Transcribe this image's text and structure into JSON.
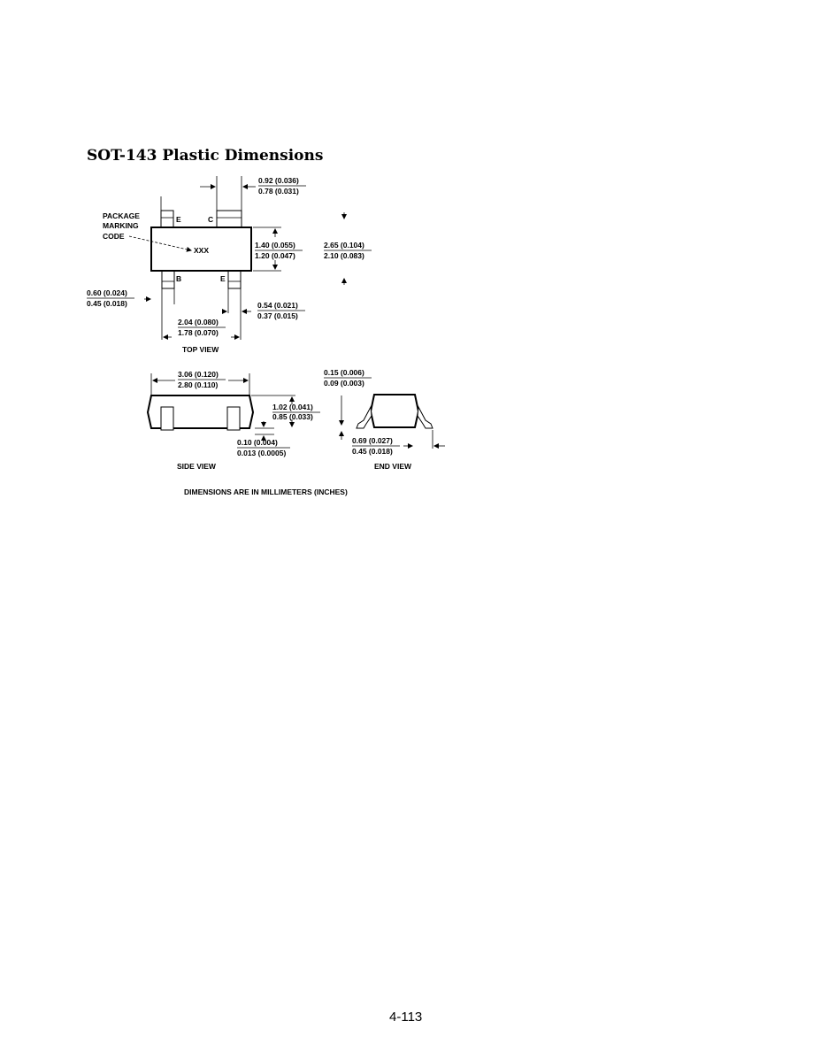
{
  "title": "SOT-143 Plastic Dimensions",
  "top_view": {
    "label": "TOP VIEW",
    "pin_e1": "E",
    "pin_c": "C",
    "pin_b": "B",
    "pin_e2": "E",
    "package_label": [
      "PACKAGE",
      "MARKING",
      "CODE"
    ],
    "marking": "XXX",
    "dim_lead_wide": {
      "max": "0.92 (0.036)",
      "min": "0.78 (0.031)"
    },
    "dim_body_width": {
      "max": "1.40 (0.055)",
      "min": "1.20 (0.047)"
    },
    "dim_overall_width": {
      "max": "2.65 (0.104)",
      "min": "2.10 (0.083)"
    },
    "dim_lead_b": {
      "max": "0.60 (0.024)",
      "min": "0.45 (0.018)"
    },
    "dim_lead_e": {
      "max": "0.54 (0.021)",
      "min": "0.37 (0.015)"
    },
    "dim_pitch": {
      "max": "2.04 (0.080)",
      "min": "1.78 (0.070)"
    }
  },
  "side_view": {
    "label": "SIDE VIEW",
    "dim_length": {
      "max": "3.06 (0.120)",
      "min": "2.80 (0.110)"
    },
    "dim_height": {
      "max": "1.02 (0.041)",
      "min": "0.85 (0.033)"
    },
    "dim_standoff": {
      "max": "0.10 (0.004)",
      "min": "0.013 (0.0005)"
    }
  },
  "end_view": {
    "label": "END VIEW",
    "dim_lead_thickness": {
      "max": "0.15 (0.006)",
      "min": "0.09 (0.003)"
    },
    "dim_foot": {
      "max": "0.69 (0.027)",
      "min": "0.45 (0.018)"
    }
  },
  "footnote": "DIMENSIONS ARE IN MILLIMETERS (INCHES)",
  "page_number": "4-113"
}
